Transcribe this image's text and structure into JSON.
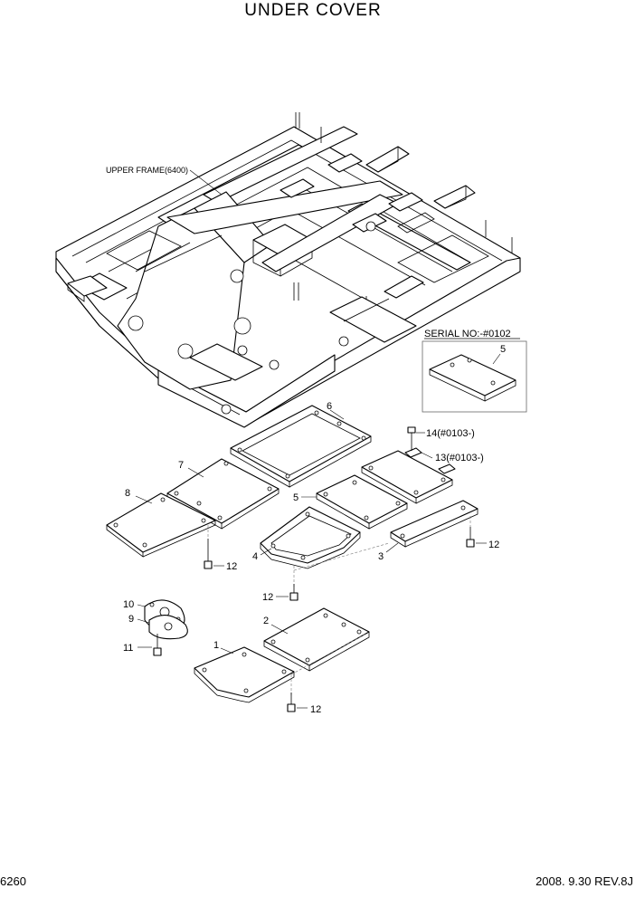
{
  "title": "UNDER COVER",
  "frame_label": "UPPER FRAME(6400)",
  "serial_note": "SERIAL NO:-#0102",
  "callouts": {
    "c1": "1",
    "c2": "2",
    "c3": "3",
    "c4": "4",
    "c5_box": "5",
    "c5": "5",
    "c6": "6",
    "c7": "7",
    "c8": "8",
    "c9": "9",
    "c10": "10",
    "c11": "11",
    "c12_left": "12",
    "c12_mid": "12",
    "c12_right": "12",
    "c12_bottom": "12",
    "c13": "13(#0103-)",
    "c14": "14(#0103-)"
  },
  "footer": {
    "page_number": "6260",
    "revision": "2008. 9.30  REV.8J"
  }
}
